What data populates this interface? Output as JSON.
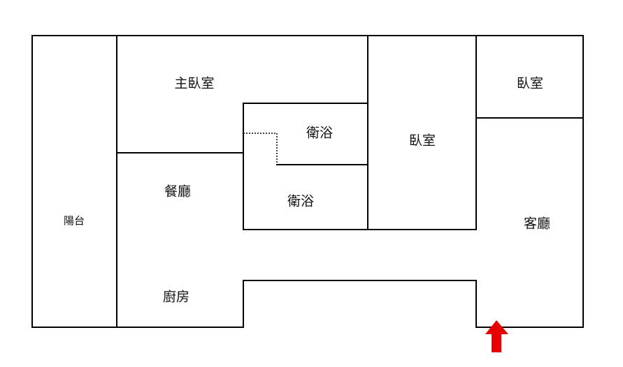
{
  "floor_plan": {
    "rooms": {
      "balcony": "陽台",
      "master_bedroom": "主臥室",
      "bathroom_1": "衛浴",
      "bathroom_2": "衛浴",
      "bedroom_center": "臥室",
      "bedroom_right": "臥室",
      "dining": "餐廳",
      "living": "客廳",
      "kitchen": "廚房"
    },
    "colors": {
      "wall": "#000000",
      "entrance_arrow": "#e60000"
    },
    "entrance_icon": "up-arrow-icon"
  }
}
